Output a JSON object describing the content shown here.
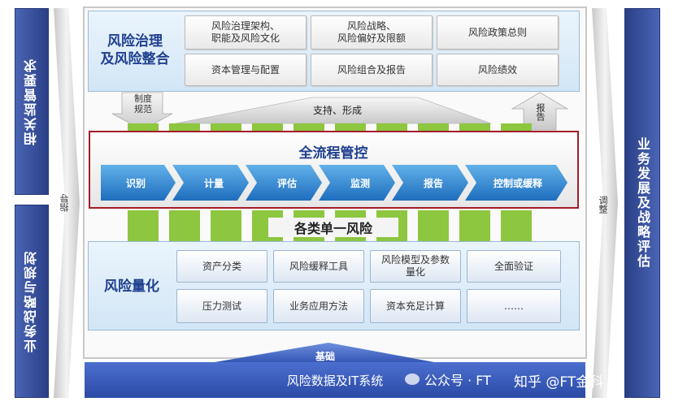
{
  "left_bars": {
    "top": "相关监管要求",
    "bottom": "业务战略与规划"
  },
  "left_arrow_label": "指导",
  "right_arrow_label": "调整",
  "right_bar": "业务发展及战略评估",
  "governance": {
    "title_line1": "风险治理",
    "title_line2": "及风险整合",
    "cells": [
      {
        "line1": "风险治理架构、",
        "line2": "职能及风险文化"
      },
      {
        "line1": "风险战略、",
        "line2": "风险偏好及限额"
      },
      {
        "line1": "风险政策总则",
        "line2": ""
      },
      {
        "line1": "资本管理与配置",
        "line2": ""
      },
      {
        "line1": "风险组合及报告",
        "line2": ""
      },
      {
        "line1": "风险绩效",
        "line2": ""
      }
    ]
  },
  "arrows": {
    "policy_line1": "制度",
    "policy_line2": "规范",
    "support": "支持、形成",
    "report": "报告"
  },
  "process": {
    "title": "全流程管控",
    "steps": [
      "识别",
      "计量",
      "评估",
      "监测",
      "报告",
      "控制或缓释"
    ]
  },
  "single_risk_label": "各类单一风险",
  "quant": {
    "title": "风险量化",
    "cells": [
      {
        "line1": "资产分类",
        "line2": ""
      },
      {
        "line1": "风险缓释工具",
        "line2": ""
      },
      {
        "line1": "风险模型及参数",
        "line2": "量化"
      },
      {
        "line1": "全面验证",
        "line2": ""
      },
      {
        "line1": "压力测试",
        "line2": ""
      },
      {
        "line1": "业务应用方法",
        "line2": ""
      },
      {
        "line1": "资本充足计算",
        "line2": ""
      },
      {
        "line1": "……",
        "line2": ""
      }
    ]
  },
  "foundation_label": "基础",
  "bottom_bar": "风险数据及IT系统",
  "watermark": {
    "left": "公众号 · FT",
    "right": "知乎 @FT金科"
  },
  "colors": {
    "side_bar": "#2a3f86",
    "pillar": "#8dc63f",
    "process_border": "#a31d2a",
    "chevron": "#1f6fbf",
    "title_text": "#1f3f8f"
  }
}
